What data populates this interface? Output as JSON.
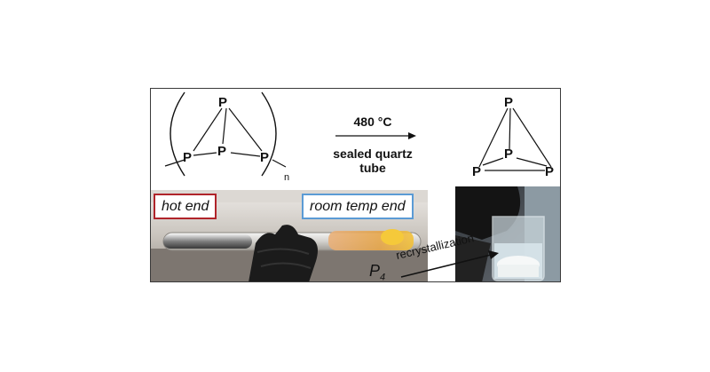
{
  "reactant": {
    "atoms": [
      "P",
      "P",
      "P",
      "P"
    ],
    "repeat_subscript": "n"
  },
  "conditions": {
    "temperature": "480 °C",
    "line1": "sealed quartz",
    "line2": "tube"
  },
  "product": {
    "atoms": [
      "P",
      "P",
      "P",
      "P"
    ]
  },
  "photo": {
    "hot_label": "hot end",
    "room_label": "room temp end",
    "hot_border": "#b0242a",
    "room_border": "#5b9bd5"
  },
  "bottom": {
    "p4_base": "P",
    "p4_sub": "4",
    "recrystallization": "recrystallization"
  }
}
